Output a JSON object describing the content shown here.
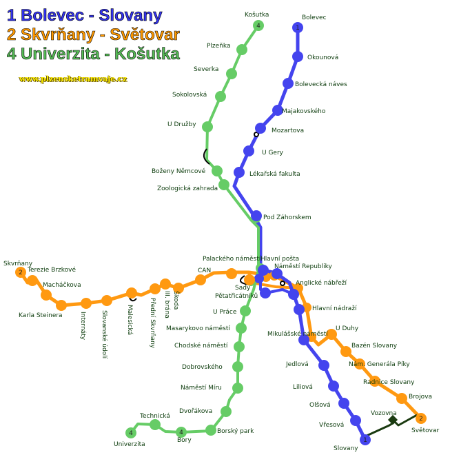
{
  "legend": {
    "line1": "1 Bolevec - Slovany",
    "line2": "2 Skvrňany - Světovar",
    "line4": "4 Univerzita - Košutka",
    "website": "www.plzensketramvaje.cz"
  },
  "colors": {
    "line1": "#4444ee",
    "line2": "#ff9911",
    "line4": "#66cc66",
    "depot": "#1a3a10",
    "label": "#0a3a0a"
  },
  "terminus_numbers": {
    "line1": "1",
    "line2": "2",
    "line4": "4"
  },
  "line1_stations": [
    "Bolevec",
    "Okounová",
    "Bolevecká náves",
    "Majakovského",
    "Mozartova",
    "U Gery",
    "Lékařská fakulta",
    "Pod Záhorskem",
    "Hlavní pošta",
    "Náměstí Republiky",
    "Pětatřicátníků",
    "Anglické nábřeží",
    "Hlavní nádraží",
    "Mikulášské náměstí",
    "Jedlová",
    "Liliová",
    "Olšová",
    "Vřesová",
    "Slovany"
  ],
  "line2_stations": [
    "Skvrňany",
    "Terezie Brzkové",
    "Macháčkova",
    "Karla Steinera",
    "Internáty",
    "Slovanské údolí",
    "Malesická",
    "Přední Skvrňany",
    "III. brána",
    "Škoda",
    "CAN",
    "Palackého náměstí",
    "Sady",
    "U Duhy",
    "Bazén Slovany",
    "Nám. Generála Píky",
    "Radnice Slovany",
    "Brojova",
    "Světovar"
  ],
  "line4_stations": [
    "Košutka",
    "Plzeňka",
    "Severka",
    "Sokolovská",
    "U Družby",
    "Boženy Němcové",
    "Zoologická zahrada",
    "U Práce",
    "Masarykovo náměstí",
    "Chodské náměstí",
    "Dobrovského",
    "Náměstí Míru",
    "Dvořákova",
    "Borský park",
    "Bory",
    "Technická",
    "Univerzita"
  ],
  "depot": "Vozovna"
}
